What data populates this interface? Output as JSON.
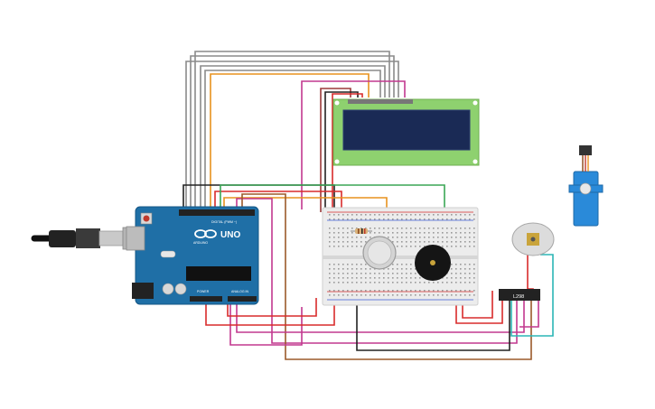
{
  "arduino": {
    "logo_text": "UNO",
    "brand_text": "ARDUINO",
    "digital_header": "DIGITAL (PWM ~)",
    "power_header": "POWER",
    "analog_header": "ANALOG IN"
  },
  "driver_chip": {
    "label": "L298"
  },
  "colors": {
    "wire_gray": "#8a8a8a",
    "wire_orange": "#e8921e",
    "wire_magenta": "#c2388f",
    "wire_red": "#d92b2b",
    "wire_green": "#3aa655",
    "wire_brown": "#9b5a2a",
    "wire_black": "#222222",
    "wire_teal": "#2bb5b5",
    "arduino_blue": "#1f6fa6",
    "lcd_green": "#8ed16f",
    "lcd_screen": "#1a2a55",
    "servo_blue": "#2a8ad9"
  }
}
